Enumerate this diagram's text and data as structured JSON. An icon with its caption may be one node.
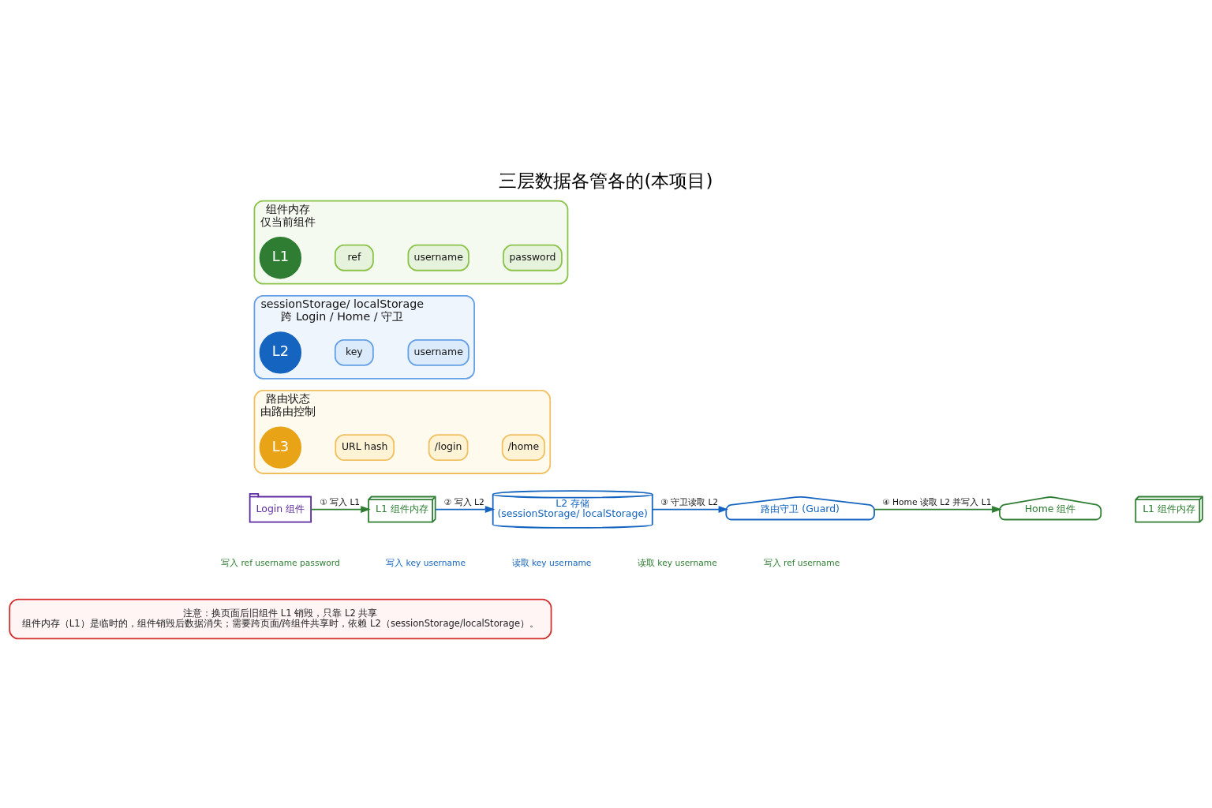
{
  "diagram": {
    "title": "三层数据各管各的(本项目)",
    "nodes": [
      {
        "text": [
          "组件内存",
          "仅当前组件"
        ]
      },
      {
        "text": [
          "L1"
        ],
        "in": 0
      },
      {
        "text": [
          "ref"
        ],
        "in": 0
      },
      {
        "text": [
          "username"
        ],
        "in": 0
      },
      {
        "text": [
          "password"
        ],
        "in": 0
      },
      {
        "text": [
          "sessionStorage/ localStorage",
          "跨 Login / Home / 守卫"
        ]
      },
      {
        "text": [
          "L2"
        ],
        "in": 5
      },
      {
        "text": [
          "key"
        ],
        "in": 5
      },
      {
        "text": [
          "username"
        ],
        "in": 5
      },
      {
        "text": [
          "路由状态",
          "由路由控制"
        ]
      },
      {
        "text": [
          "L3"
        ],
        "in": 9
      },
      {
        "text": [
          "URL hash"
        ],
        "in": 9
      },
      {
        "text": [
          "/login"
        ],
        "in": 9
      },
      {
        "text": [
          "/home"
        ],
        "in": 9
      },
      {
        "text": [
          "Login 组件"
        ]
      },
      {
        "text": [
          "L1 组件内存"
        ]
      },
      {
        "text": [
          "L2 存储",
          "(sessionStorage/ localStorage)"
        ]
      },
      {
        "text": [
          "路由守卫 (Guard)"
        ]
      },
      {
        "text": [
          "Home 组件"
        ]
      },
      {
        "text": [
          "L1 组件内存"
        ]
      },
      {
        "text": [
          "注意：换页面后旧组件 L1 销毁，只靠 L2 共享",
          "组件内存（L1）是临时的，组件销毁后数据消失；需要跨页面/跨组件共享时，依赖 L2（sessionStorage/localStorage）。"
        ]
      }
    ],
    "edges": [
      {
        "from": 14,
        "to": 15,
        "arrow": "to",
        "label": "① 写入 L1",
        "color": "#2e7d32"
      },
      {
        "from": 15,
        "to": 16,
        "arrow": "to",
        "label": "② 写入 L2",
        "color": "#1565c0"
      },
      {
        "from": 16,
        "to": 17,
        "arrow": "to",
        "label": "③ 守卫读取 L2",
        "color": "#1565c0"
      },
      {
        "from": 17,
        "to": 18,
        "arrow": "to",
        "label": "④ Home 读取 L2 并写入 L1",
        "color": "#2e7d32"
      }
    ],
    "labels": [
      "写入 ref username password",
      "写入 key username",
      "读取 key username",
      "读取 key username",
      "写入 ref username"
    ]
  }
}
